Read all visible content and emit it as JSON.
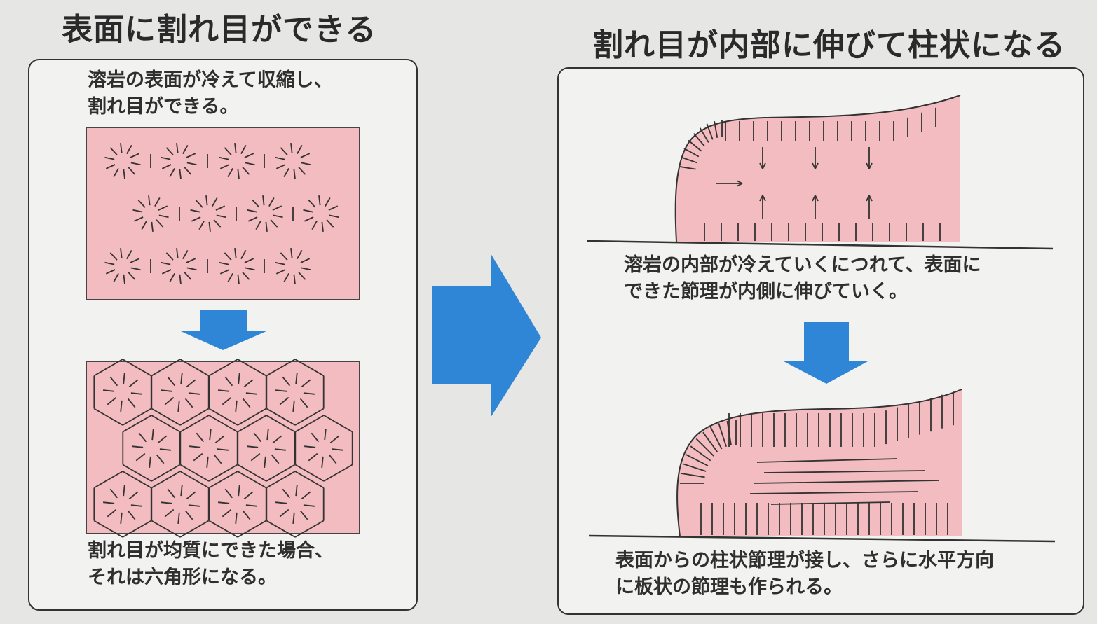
{
  "left": {
    "title": "表面に割れ目ができる",
    "caption_top": [
      "溶岩の表面が冷えて収縮し、",
      "割れ目ができる。"
    ],
    "caption_bottom": [
      "割れ目が均質にできた場合、",
      "それは六角形になる。"
    ]
  },
  "right": {
    "title": "割れ目が内部に伸びて柱状になる",
    "caption_top": [
      "溶岩の内部が冷えていくにつれて、表面に",
      "できた節理が内側に伸びていく。"
    ],
    "caption_bottom": [
      "表面からの柱状節理が接し、さらに水平方向",
      "に板状の節理も作られる。"
    ]
  },
  "colors": {
    "lava": "#f2bcc0",
    "arrow": "#2f86d6",
    "line": "#333333"
  },
  "icons": [
    "arrow-down-icon",
    "arrow-right-icon"
  ]
}
